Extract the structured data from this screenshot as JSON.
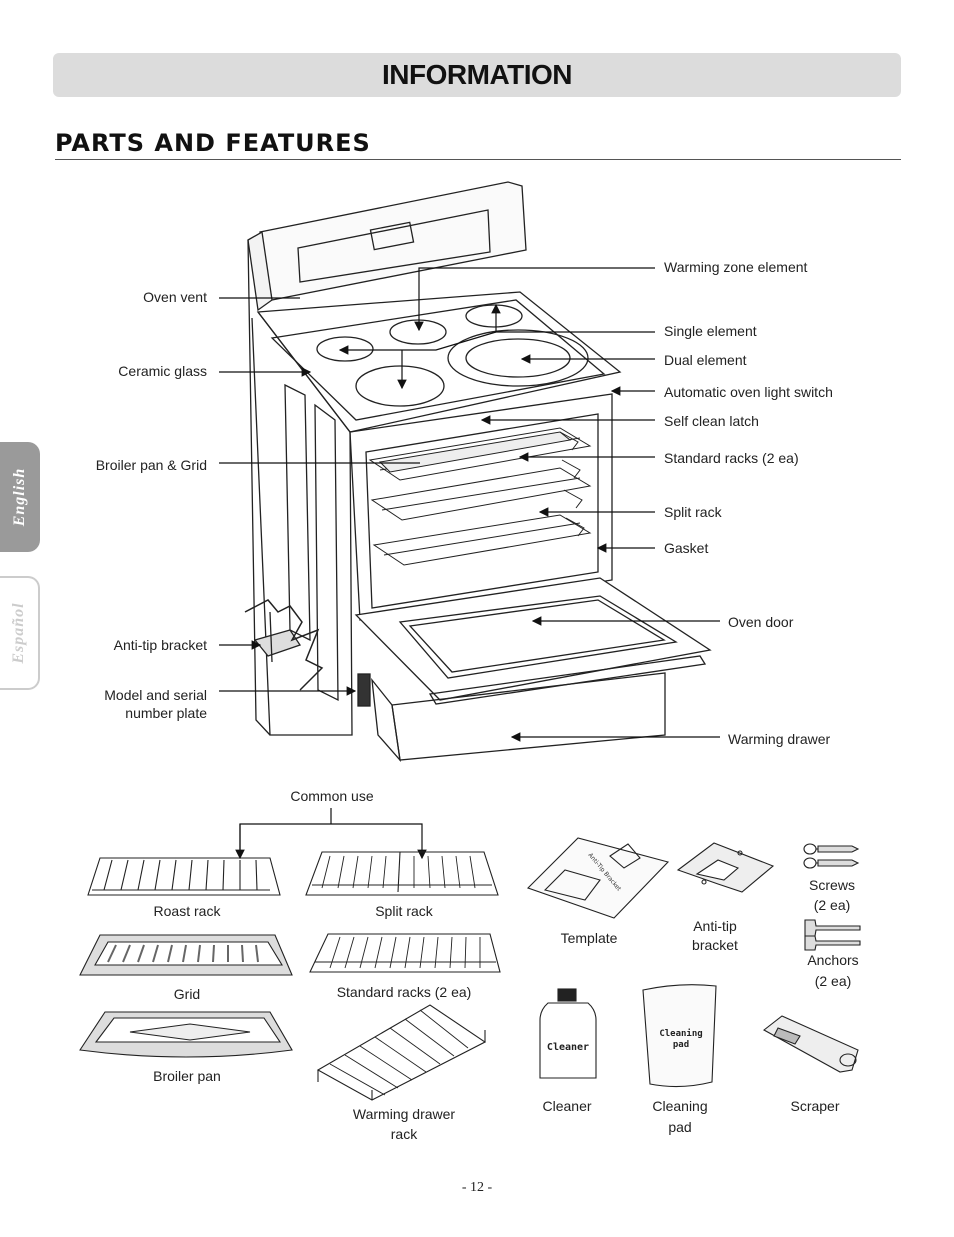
{
  "header": {
    "title": "INFORMATION"
  },
  "section": {
    "title": "PARTS AND FEATURES"
  },
  "language_tabs": [
    {
      "label": "English",
      "active": true
    },
    {
      "label": "Español",
      "active": false
    }
  ],
  "callouts_left": {
    "oven_vent": "Oven vent",
    "ceramic_glass": "Ceramic glass",
    "broiler_pan_grid": "Broiler pan & Grid",
    "anti_tip_bracket": "Anti-tip bracket",
    "model_plate_1": "Model and serial",
    "model_plate_2": "number plate"
  },
  "callouts_right": {
    "warming_zone": "Warming zone element",
    "single_element": "Single element",
    "dual_element": "Dual element",
    "light_switch": "Automatic oven light switch",
    "self_clean_latch": "Self clean latch",
    "standard_racks": "Standard racks (2 ea)",
    "split_rack": "Split rack",
    "gasket": "Gasket",
    "oven_door": "Oven door",
    "warming_drawer": "Warming drawer"
  },
  "accessories": {
    "common_use": "Common use",
    "roast_rack": "Roast rack",
    "split_rack": "Split rack",
    "grid": "Grid",
    "standard_racks": "Standard racks (2 ea)",
    "broiler_pan": "Broiler pan",
    "warming_drawer_rack_1": "Warming drawer",
    "warming_drawer_rack_2": "rack",
    "template": "Template",
    "template_print": "Anti-Tip Bracket",
    "anti_tip_1": "Anti-tip",
    "anti_tip_2": "bracket",
    "screws_1": "Screws",
    "screws_2": "(2 ea)",
    "anchors_1": "Anchors",
    "anchors_2": "(2 ea)",
    "cleaner": "Cleaner",
    "cleaner_bottle": "Cleaner",
    "cleaning_pad_1": "Cleaning",
    "cleaning_pad_2": "pad",
    "pad_bag_1": "Cleaning",
    "pad_bag_2": "pad",
    "scraper": "Scraper"
  },
  "footer": {
    "page": "- 12 -"
  }
}
